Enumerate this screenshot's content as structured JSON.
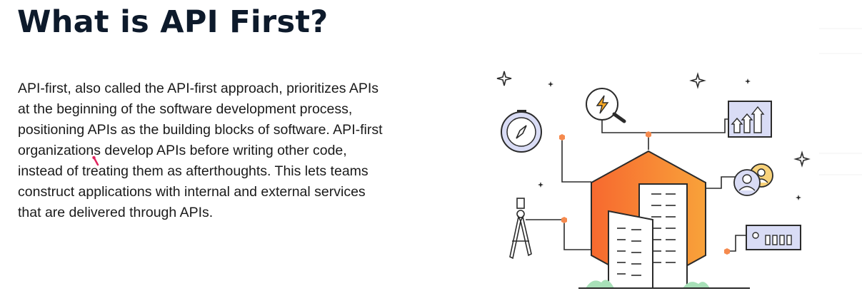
{
  "heading": {
    "title": "What is API First?"
  },
  "description": {
    "lines": [
      "API-first, also called the API-first approach, prioritizes APIs",
      "at the beginning of the software development process,",
      "positioning APIs as the building blocks of software. API-first",
      "organizations develop APIs before writing other code,",
      "instead of treating them as afterthoughts. This lets teams",
      "construct applications with internal and external services",
      "that are delivered through APIs."
    ]
  },
  "illustration": {
    "icons": [
      "compass-icon",
      "lightning-search-icon",
      "growth-chart-icon",
      "users-icon",
      "drafting-compass-icon",
      "server-module-icon",
      "building-icon",
      "sparkle-icon"
    ],
    "colors": {
      "orange_start": "#f7692f",
      "orange_end": "#f8a23a",
      "icon_fill": "#d9dcf5",
      "line": "#2b2b2b",
      "node": "#f58a4e",
      "grass": "#a8e0b8"
    }
  }
}
